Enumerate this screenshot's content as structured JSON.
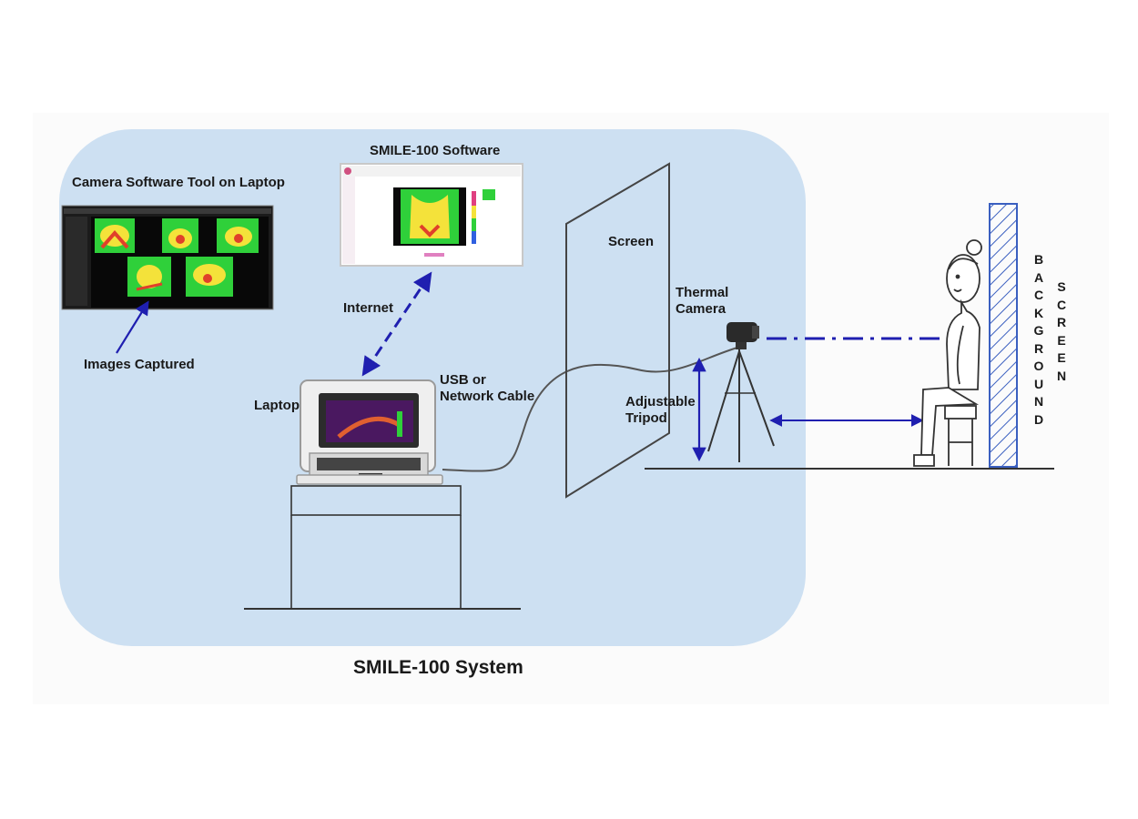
{
  "labels": {
    "camera_tool": "Camera Software Tool on Laptop",
    "images_captured": "Images Captured",
    "smile_software": "SMILE-100 Software",
    "internet": "Internet",
    "usb_cable": "USB or\nNetwork Cable",
    "laptop": "Laptop",
    "screen": "Screen",
    "thermal_camera": "Thermal\nCamera",
    "tripod": "Adjustable\nTripod",
    "background": "BACKGROUND",
    "screen_vertical": "SCREEN",
    "caption": "SMILE-100 System"
  },
  "colors": {
    "panel": "#cde0f2",
    "arrow": "#1f1fb0",
    "thermal_green": "#2fd03a",
    "thermal_yellow": "#f4e23a",
    "thermal_red": "#e0402a"
  }
}
